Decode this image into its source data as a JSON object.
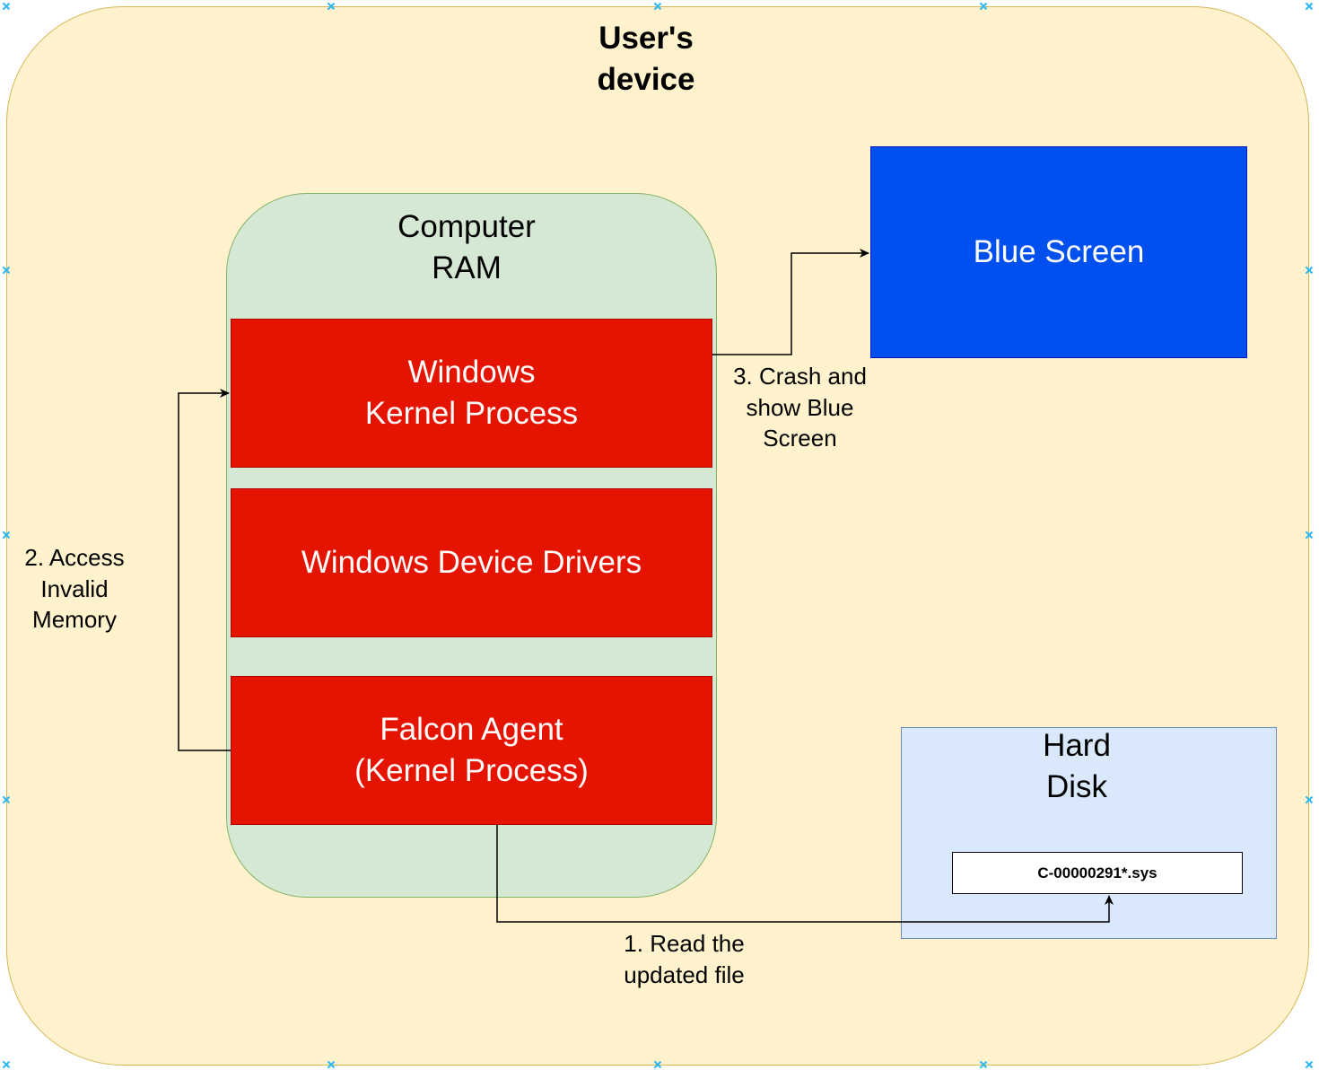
{
  "device": {
    "title_line1": "User's",
    "title_line2": "device"
  },
  "ram": {
    "title_line1": "Computer",
    "title_line2": "RAM",
    "processes": [
      {
        "line1": "Windows",
        "line2": "Kernel Process"
      },
      {
        "line1": "Windows Device Drivers"
      },
      {
        "line1": "Falcon Agent",
        "line2": "(Kernel Process)"
      }
    ]
  },
  "blue_screen": {
    "label": "Blue Screen"
  },
  "hard_disk": {
    "title_line1": "Hard",
    "title_line2": "Disk",
    "file": "C-00000291*.sys"
  },
  "steps": {
    "read": {
      "line1": "1. Read the",
      "line2": "updated file"
    },
    "access": {
      "line1": "2. Access",
      "line2": "Invalid",
      "line3": "Memory"
    },
    "crash": {
      "line1": "3. Crash and",
      "line2": "show Blue",
      "line3": "Screen"
    }
  },
  "colors": {
    "device_fill": "#fff2cc",
    "ram_fill": "#d5e8d4",
    "process_fill": "#e51400",
    "blue_screen_fill": "#0050ef",
    "disk_fill": "#dae8fc"
  }
}
